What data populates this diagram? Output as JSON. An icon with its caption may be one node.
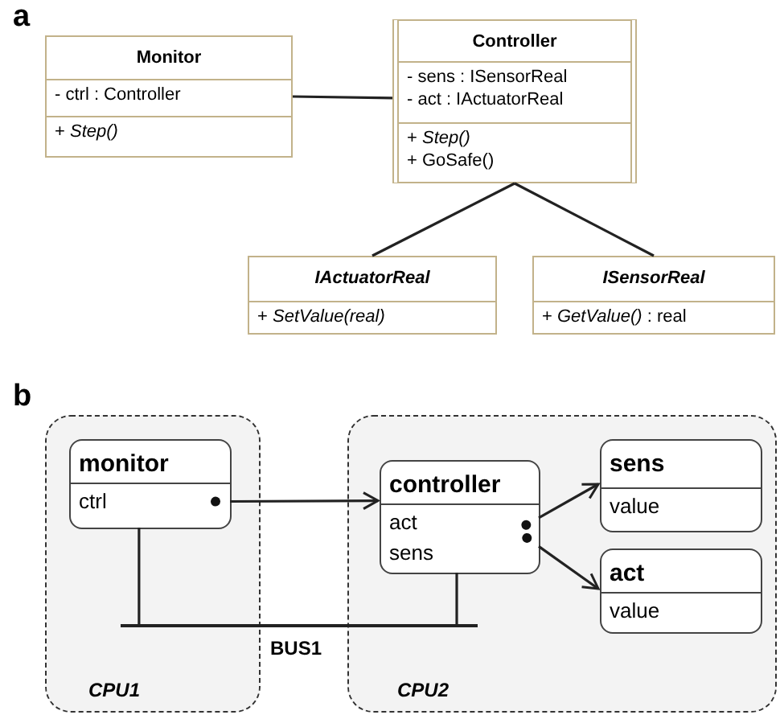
{
  "diagram": {
    "nodes": [
      {
        "text": [
          "Monitor",
          "- ctrl : Controller",
          "+ *Step()*"
        ]
      },
      {
        "text": [
          "Controller",
          "- sens : ISensorReal",
          "- act : IActuatorReal",
          "+ *Step()*",
          "+ GoSafe()"
        ]
      },
      {
        "text": [
          "IActuatorReal",
          "+ *SetValue(real)*"
        ]
      },
      {
        "text": [
          "ISensorReal",
          "+ *GetValue()* : real"
        ]
      },
      {
        "text": [
          "CPU1"
        ]
      },
      {
        "text": [
          "monitor",
          "ctrl"
        ],
        "in": 4
      },
      {
        "text": [
          "CPU2"
        ]
      },
      {
        "text": [
          "controller",
          "act",
          "sens"
        ],
        "in": 6
      },
      {
        "text": [
          "sens",
          "value"
        ],
        "in": 6
      },
      {
        "text": [
          "act",
          "value"
        ],
        "in": 6
      },
      {
        "text": [],
        "shape": "bar",
        "beside": [
          "BUS1"
        ]
      }
    ],
    "edges": [
      {
        "from": 0,
        "to": 1,
        "arrow": "none"
      },
      {
        "from": 1,
        "to": 2,
        "arrow": "none"
      },
      {
        "from": 1,
        "to": 3,
        "arrow": "none"
      },
      {
        "from": 5,
        "to": 7,
        "arrow": "to"
      },
      {
        "from": 7,
        "to": 8,
        "arrow": "to"
      },
      {
        "from": 7,
        "to": 9,
        "arrow": "to"
      },
      {
        "from": 5,
        "to": 10,
        "arrow": "none"
      },
      {
        "from": 7,
        "to": 10,
        "arrow": "none"
      }
    ],
    "labels": [
      "a",
      "b"
    ]
  }
}
